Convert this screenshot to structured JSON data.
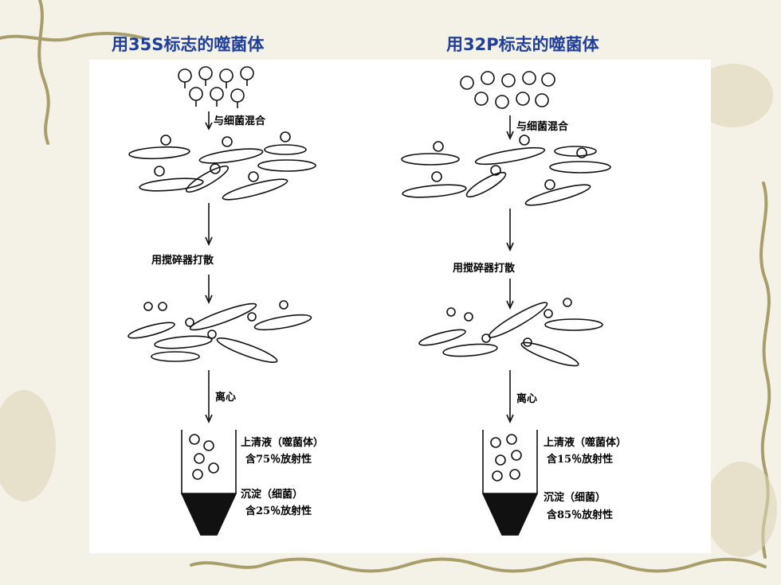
{
  "left": {
    "title": "用35S标志的噬菌体",
    "step1": "与细菌混合",
    "step2": "用搅碎器打散",
    "step3": "离心",
    "super_label": "上清液（噬菌体）",
    "super_pct": "含75％放射性",
    "pellet_label": "沉淀（细菌）",
    "pellet_pct": "含25％放射性"
  },
  "right": {
    "title": "用32P标志的噬菌体",
    "step1": "与细菌混合",
    "step2": "用搅碎器打散",
    "step3": "离心",
    "super_label": "上清液（噬菌体）",
    "super_pct": "含15％放射性",
    "pellet_label": "沉淀（细菌）",
    "pellet_pct": "含85％放射性"
  },
  "colors": {
    "title": "#1f3f9a",
    "vine": "#a99e6a",
    "background": "#f4f1e6"
  }
}
